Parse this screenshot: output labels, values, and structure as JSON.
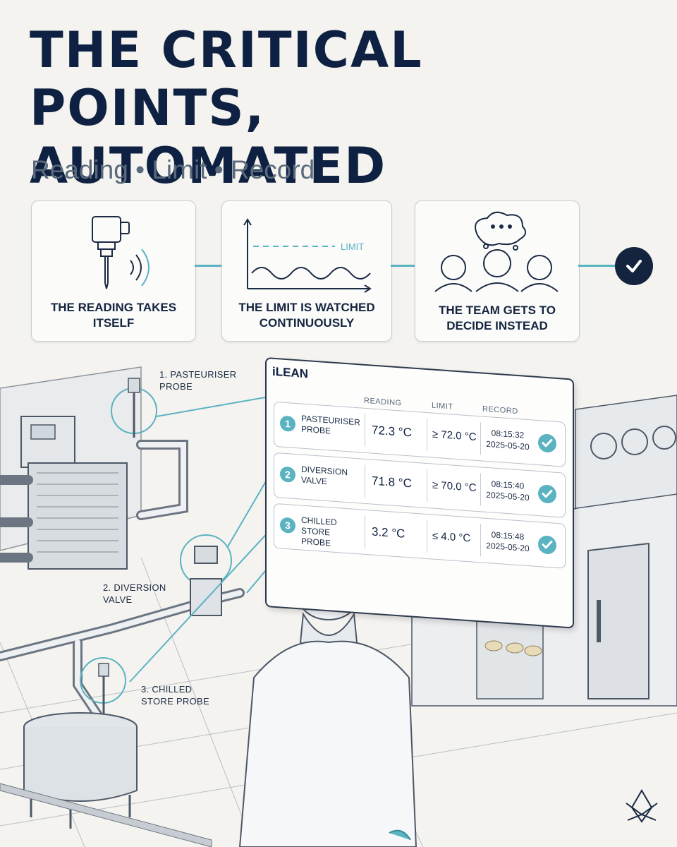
{
  "header": {
    "title_line1": "THE CRITICAL POINTS,",
    "title_line2": "AUTOMATED",
    "subtitle": "Reading • Limit • Record"
  },
  "steps": [
    {
      "label": "THE READING TAKES ITSELF",
      "icon": "probe-with-signal-icon"
    },
    {
      "label": "THE LIMIT IS WATCHED CONTINUOUSLY",
      "icon": "limit-graph-icon",
      "graph_label": "LIMIT"
    },
    {
      "label": "THE TEAM GETS TO DECIDE INSTEAD",
      "icon": "team-discussing-icon"
    }
  ],
  "final_icon": "checkmark-circle-icon",
  "dashboard": {
    "brand": "iLEAN",
    "columns": {
      "reading": "READING",
      "limit": "LIMIT",
      "record": "RECORD"
    },
    "rows": [
      {
        "num": "1",
        "name": "PASTEURISER PROBE",
        "reading": "72.3 °C",
        "limit": "≥ 72.0 °C",
        "time": "08:15:32",
        "date": "2025-05-20"
      },
      {
        "num": "2",
        "name": "DIVERSION VALVE",
        "reading": "71.8 °C",
        "limit": "≥ 70.0 °C",
        "time": "08:15:40",
        "date": "2025-05-20"
      },
      {
        "num": "3",
        "name": "CHILLED STORE PROBE",
        "reading": "3.2 °C",
        "limit": "≤ 4.0 °C",
        "time": "08:15:48",
        "date": "2025-05-20"
      }
    ]
  },
  "scene_labels": {
    "p1": "1. PASTEURISER PROBE",
    "p2": "2. DIVERSION VALVE",
    "p3": "3. CHILLED STORE PROBE"
  },
  "colors": {
    "navy": "#0f2142",
    "teal": "#5ab3c1",
    "background": "#f4f3ef"
  }
}
